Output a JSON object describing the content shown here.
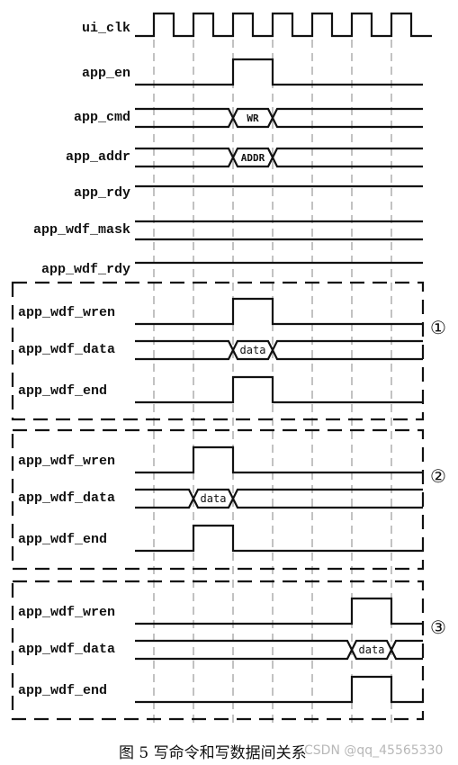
{
  "clock_signal": "ui_clk",
  "signals": [
    {
      "name": "app_en",
      "type": "pulse",
      "high_from": 4,
      "high_to": 6
    },
    {
      "name": "app_cmd",
      "type": "bus",
      "value_from": 4,
      "value_to": 6,
      "value": "WR",
      "bold": true
    },
    {
      "name": "app_addr",
      "type": "bus",
      "value_from": 4,
      "value_to": 6,
      "value": "ADDR",
      "bold": true
    },
    {
      "name": "app_rdy",
      "type": "high"
    },
    {
      "name": "app_wdf_mask",
      "type": "bus_idle"
    },
    {
      "name": "app_wdf_rdy",
      "type": "high"
    }
  ],
  "groups": [
    {
      "number": "①",
      "signals": [
        {
          "name": "app_wdf_wren",
          "type": "pulse",
          "high_from": 4,
          "high_to": 6
        },
        {
          "name": "app_wdf_data",
          "type": "bus",
          "value_from": 4,
          "value_to": 6,
          "value": "data",
          "bold": false
        },
        {
          "name": "app_wdf_end",
          "type": "pulse",
          "high_from": 4,
          "high_to": 6
        }
      ]
    },
    {
      "number": "②",
      "signals": [
        {
          "name": "app_wdf_wren",
          "type": "pulse",
          "high_from": 2,
          "high_to": 4
        },
        {
          "name": "app_wdf_data",
          "type": "bus",
          "value_from": 2,
          "value_to": 4,
          "value": "data",
          "bold": false
        },
        {
          "name": "app_wdf_end",
          "type": "pulse",
          "high_from": 2,
          "high_to": 4
        }
      ]
    },
    {
      "number": "③",
      "signals": [
        {
          "name": "app_wdf_wren",
          "type": "pulse",
          "high_from": 10,
          "high_to": 12
        },
        {
          "name": "app_wdf_data",
          "type": "bus",
          "value_from": 10,
          "value_to": 12,
          "value": "data",
          "bold": false
        },
        {
          "name": "app_wdf_end",
          "type": "pulse",
          "high_from": 10,
          "high_to": 12
        }
      ]
    }
  ],
  "caption": "图 5 写命令和写数据间关系",
  "watermark": "CSDN @qq_45565330"
}
